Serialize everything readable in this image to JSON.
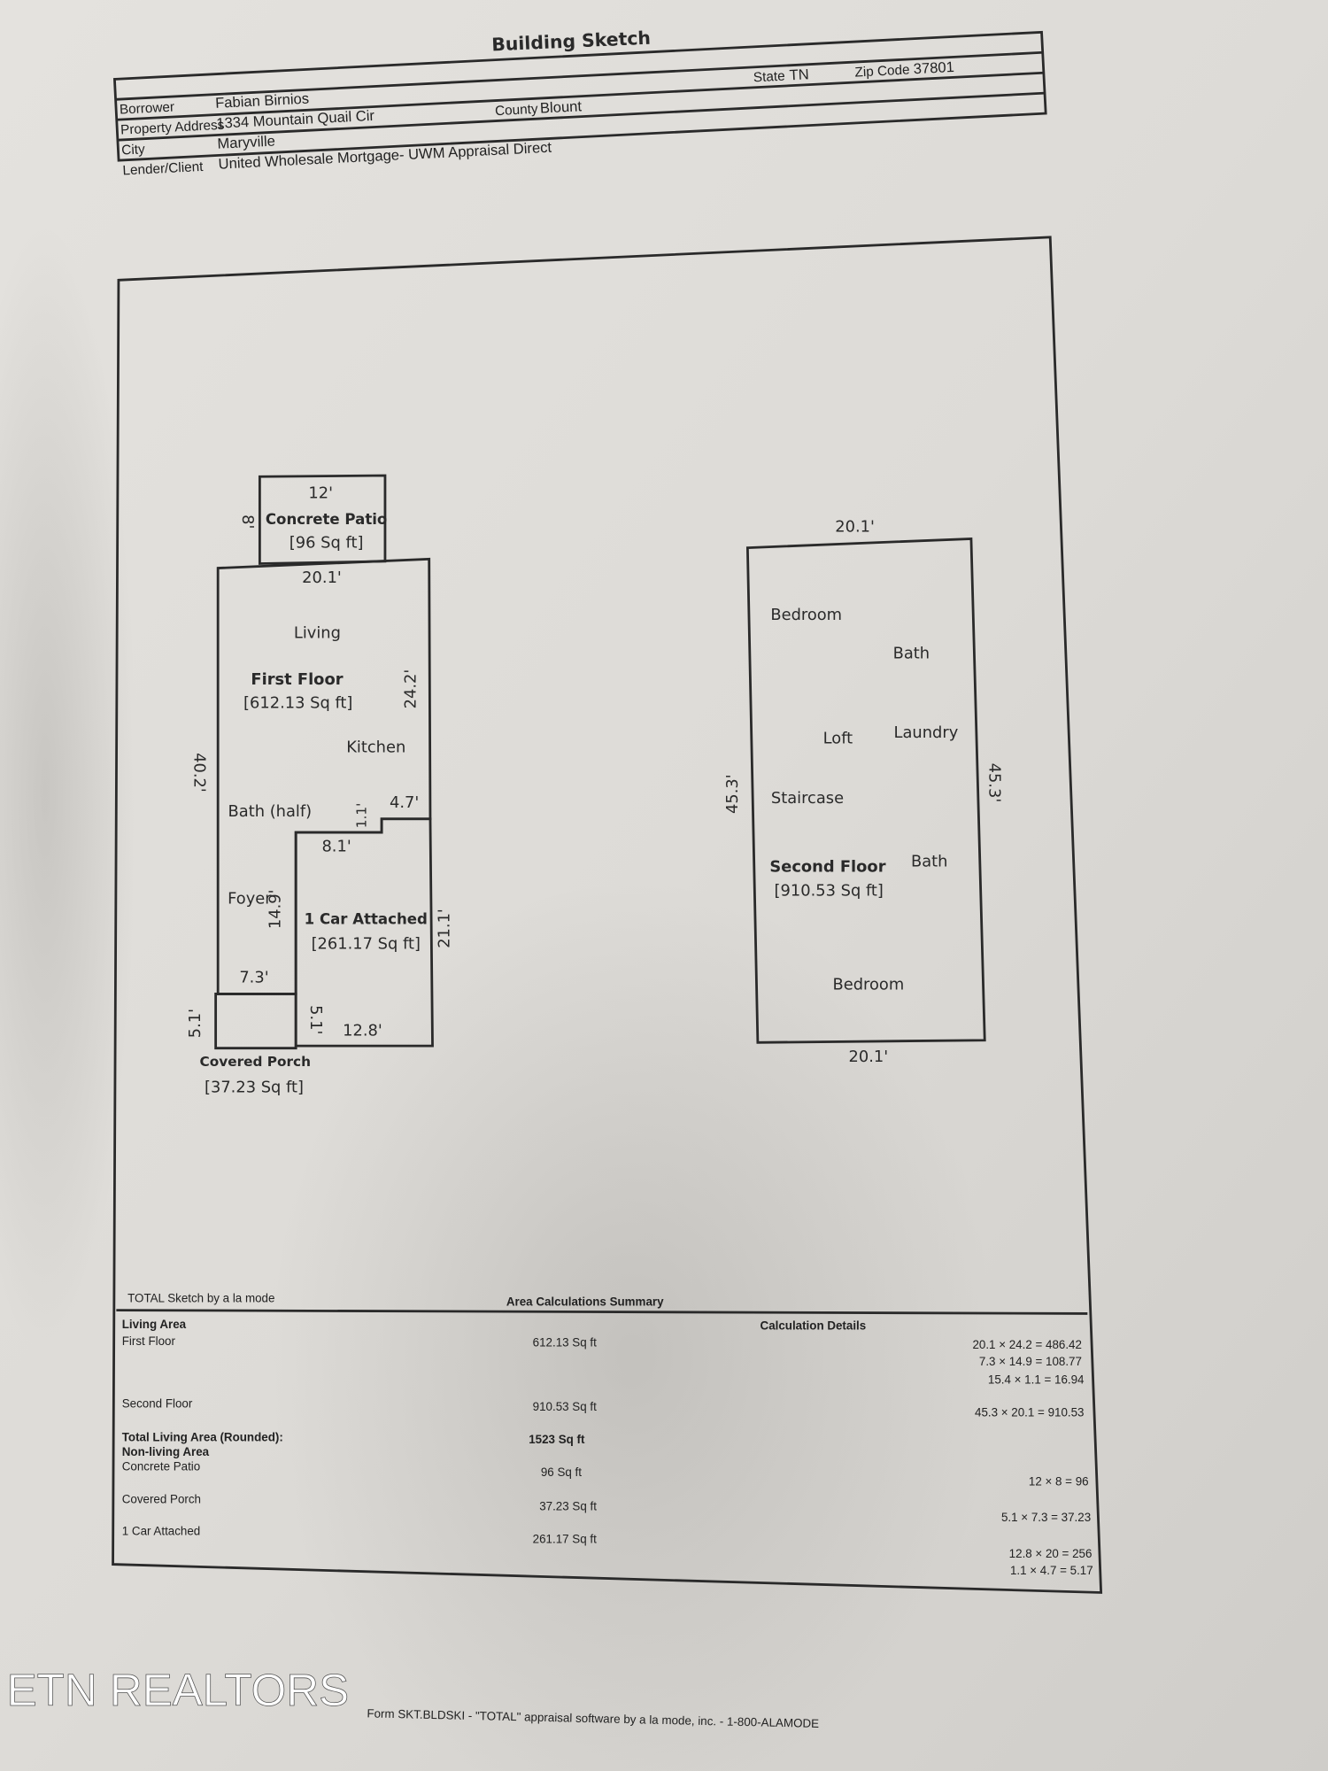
{
  "header": {
    "title": "Building Sketch",
    "borrower_label": "Borrower",
    "borrower": "Fabian Birnios",
    "address_label": "Property Address",
    "address": "1334 Mountain Quail Cir",
    "city_label": "City",
    "city": "Maryville",
    "county_label": "County",
    "county": "Blount",
    "state_label": "State",
    "state": "TN",
    "zip_label": "Zip Code",
    "zip": "37801",
    "lender_label": "Lender/Client",
    "lender": "United Wholesale Mortgage- UWM Appraisal Direct"
  },
  "first_floor": {
    "patio_width": "12'",
    "patio_depth": "8'",
    "patio_label": "Concrete Patio",
    "patio_area": "[96 Sq ft]",
    "top_width": "20.1'",
    "living": "Living",
    "label": "First Floor",
    "area": "[612.13 Sq ft]",
    "right_dim": "24.2'",
    "kitchen": "Kitchen",
    "left_dim": "40.2'",
    "bath": "Bath (half)",
    "notch_dim": "1.1'",
    "notch_width": "4.7'",
    "garage_top": "8.1'",
    "foyer": "Foyer",
    "foyer_dim": "14.9'",
    "garage_label": "1 Car Attached",
    "garage_area": "[261.17 Sq ft]",
    "garage_right": "21.1'",
    "porch_width": "7.3'",
    "porch_left": "5.1'",
    "porch_right": "5.1'",
    "garage_bottom": "12.8'",
    "porch_label": "Covered Porch",
    "porch_area": "[37.23 Sq ft]"
  },
  "second_floor": {
    "top_width": "20.1'",
    "bedroom1": "Bedroom",
    "bath1": "Bath",
    "loft": "Loft",
    "laundry": "Laundry",
    "left_dim": "45.3'",
    "right_dim": "45.3'",
    "staircase": "Staircase",
    "label": "Second Floor",
    "bath2": "Bath",
    "area": "[910.53 Sq ft]",
    "bedroom2": "Bedroom",
    "bottom_width": "20.1'"
  },
  "summary": {
    "software_note": "TOTAL Sketch by a la mode",
    "title": "Area Calculations Summary",
    "living_heading": "Living Area",
    "details_heading": "Calculation Details",
    "rows": [
      {
        "name": "First Floor",
        "area": "612.13 Sq ft"
      },
      {
        "name": "Second Floor",
        "area": "910.53 Sq ft"
      },
      {
        "name": "Concrete Patio",
        "area": "96 Sq ft"
      },
      {
        "name": "Covered Porch",
        "area": "37.23 Sq ft"
      },
      {
        "name": "1 Car Attached",
        "area": "261.17 Sq ft"
      }
    ],
    "calcs": [
      "20.1 × 24.2 = 486.42",
      "7.3 × 14.9 = 108.77",
      "15.4 × 1.1 = 16.94",
      "45.3 × 20.1 = 910.53",
      "12 × 8 = 96",
      "5.1 × 7.3 = 37.23",
      "12.8 × 20 = 256",
      "1.1 × 4.7 = 5.17"
    ],
    "total_label": "Total Living Area (Rounded):",
    "total_value": "1523 Sq ft",
    "nonliving_heading": "Non-living Area"
  },
  "footer": "Form SKT.BLDSKI - \"TOTAL\" appraisal software by a la mode, inc. - 1-800-ALAMODE",
  "watermark": "ETN REALTORS"
}
